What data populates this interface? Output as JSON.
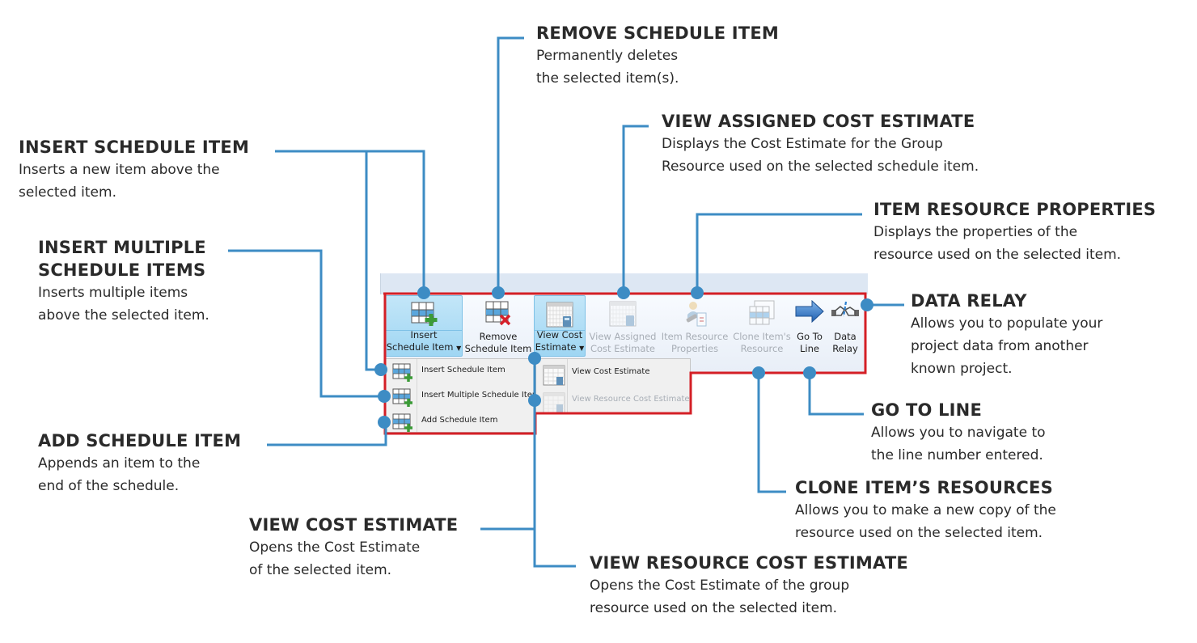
{
  "colors": {
    "leader": "#3d8cc4",
    "highlight_border": "#d41f26",
    "ribbon_active": "#9fd6f3"
  },
  "ribbon": {
    "buttons": [
      {
        "id": "insert",
        "label": "Insert\nSchedule Item",
        "dropdown": true,
        "state": "active",
        "icon": "grid-plus-icon"
      },
      {
        "id": "remove",
        "label": "Remove\nSchedule Item",
        "dropdown": false,
        "state": "enabled",
        "icon": "grid-delete-icon"
      },
      {
        "id": "view-cost",
        "label": "View Cost\nEstimate",
        "dropdown": true,
        "state": "active",
        "icon": "cost-estimate-icon"
      },
      {
        "id": "view-assigned",
        "label": "View Assigned\nCost Estimate",
        "dropdown": false,
        "state": "disabled",
        "icon": "cost-estimate-icon"
      },
      {
        "id": "item-resource",
        "label": "Item Resource\nProperties",
        "dropdown": false,
        "state": "disabled",
        "icon": "resource-properties-icon"
      },
      {
        "id": "clone",
        "label": "Clone Item's\nResource",
        "dropdown": false,
        "state": "disabled",
        "icon": "clone-grid-icon"
      },
      {
        "id": "goto",
        "label": "Go To\nLine",
        "dropdown": false,
        "state": "enabled",
        "icon": "arrow-right-icon"
      },
      {
        "id": "relay",
        "label": "Data\nRelay",
        "dropdown": false,
        "state": "enabled",
        "icon": "handshake-icon"
      }
    ],
    "insert_menu": [
      {
        "label": "Insert Schedule Item",
        "state": "enabled"
      },
      {
        "label": "Insert Multiple Schedule Items",
        "state": "enabled"
      },
      {
        "label": "Add Schedule Item",
        "state": "enabled"
      }
    ],
    "cost_menu": [
      {
        "label": "View Cost Estimate",
        "state": "enabled"
      },
      {
        "label": "View Resource Cost Estimate",
        "state": "disabled"
      }
    ]
  },
  "callouts": {
    "remove": {
      "title": "REMOVE SCHEDULE ITEM",
      "desc": "Permanently deletes\nthe selected item(s)."
    },
    "view_assigned": {
      "title": "VIEW ASSIGNED COST ESTIMATE",
      "desc": "Displays the Cost Estimate for the Group\nResource used on the selected schedule item."
    },
    "insert": {
      "title": "INSERT SCHEDULE ITEM",
      "desc": "Inserts a new item above the\nselected item."
    },
    "item_resource": {
      "title": "ITEM RESOURCE PROPERTIES",
      "desc": "Displays the properties of the\nresource used on the selected item."
    },
    "insert_multiple": {
      "title": "INSERT MULTIPLE\nSCHEDULE ITEMS",
      "desc": "Inserts multiple items\nabove the selected item."
    },
    "data_relay": {
      "title": "DATA RELAY",
      "desc": "Allows you to populate your\nproject data from another\nknown project."
    },
    "go_to_line": {
      "title": "GO TO LINE",
      "desc": "Allows you to navigate to\nthe line number entered."
    },
    "add": {
      "title": "ADD SCHEDULE ITEM",
      "desc": "Appends an item to the\nend of the schedule."
    },
    "clone": {
      "title": "CLONE ITEM’S RESOURCES",
      "desc": "Allows you to make a new copy of the\nresource used on the selected item."
    },
    "view_cost": {
      "title": "VIEW COST ESTIMATE",
      "desc": "Opens the Cost Estimate\nof the selected item."
    },
    "view_resource_cost": {
      "title": "VIEW RESOURCE COST ESTIMATE",
      "desc": "Opens the Cost Estimate of the group\nresource used on the selected item."
    }
  }
}
